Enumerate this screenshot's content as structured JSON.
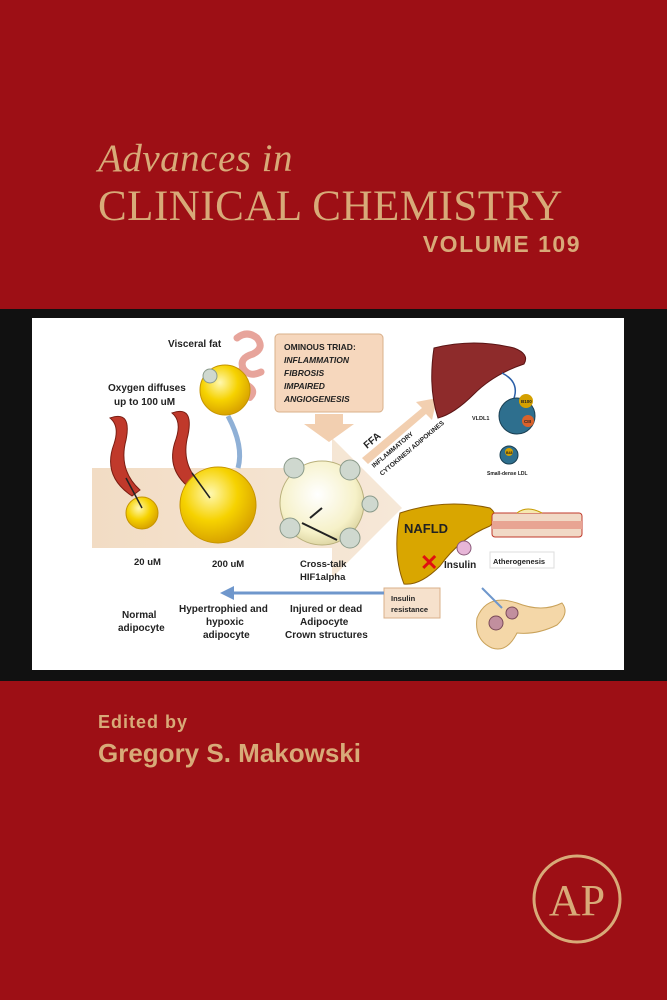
{
  "cover": {
    "series_line1": "Advances in",
    "series_line2": "CLINICAL CHEMISTRY",
    "volume": "VOLUME 109",
    "edited_by": "Edited by",
    "editor": "Gregory S. Makowski",
    "publisher_logo_text": "AP"
  },
  "colors": {
    "background": "#9d0f15",
    "accent_gold": "#d8aa78",
    "band": "#111111"
  },
  "figure": {
    "visceral_fat": "Visceral fat",
    "oxygen_line1": "Oxygen diffuses",
    "oxygen_line2": "up to 100 uM",
    "triad_title": "OMINOUS TRIAD:",
    "triad_items": [
      "INFLAMMATION",
      "FIBROSIS",
      "IMPAIRED",
      "ANGIOGENESIS"
    ],
    "ffa": "FFA",
    "cytokines_line1": "INFLAMMATORY",
    "cytokines_line2": "CYTOKINES/ ADIPOKINES",
    "vldl": "VLDL1",
    "b100": "B100",
    "ciii": "CIII",
    "b48": "B48",
    "small_ldl": "Small-dense LDL",
    "nafld": "NAFLD",
    "insulin": "Insulin",
    "insulin_res_line1": "Insulin",
    "insulin_res_line2": "resistance",
    "atherogenesis": "Atherogenesis",
    "size_20": "20 uM",
    "size_200": "200 uM",
    "crosstalk_line1": "Cross-talk",
    "crosstalk_line2": "HIF1alpha",
    "normal_line1": "Normal",
    "normal_line2": "adipocyte",
    "hyper_line1": "Hypertrophied and",
    "hyper_line2": "hypoxic",
    "hyper_line3": "adipocyte",
    "injured_line1": "Injured or dead",
    "injured_line2": "Adipocyte",
    "injured_line3": "Crown structures"
  }
}
